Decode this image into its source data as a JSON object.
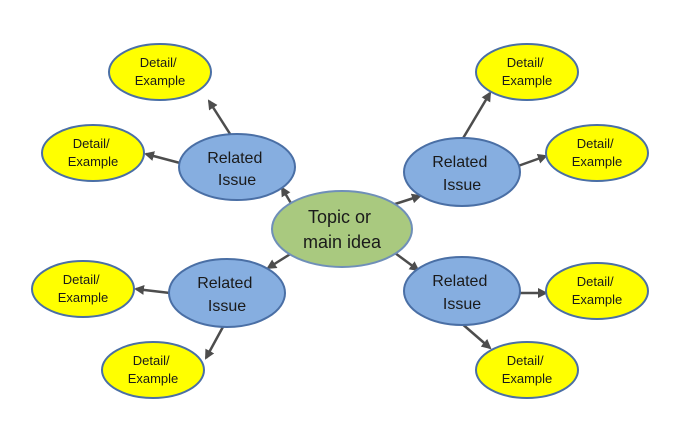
{
  "diagram": {
    "topic": {
      "lines": [
        "Topic or",
        "main idea"
      ],
      "fill": "#a9c97f",
      "stroke": "#6f8fb8"
    },
    "issue_style": {
      "fill": "#86aee0",
      "stroke": "#4a6fa5"
    },
    "detail_style": {
      "fill": "#ffff00",
      "stroke": "#4a6fa5"
    },
    "arrow_color": "#4d4d4d",
    "issues": [
      {
        "id": "top-left",
        "lines": [
          "Related",
          "Issue"
        ]
      },
      {
        "id": "top-right",
        "lines": [
          "Related",
          "Issue"
        ]
      },
      {
        "id": "bottom-left",
        "lines": [
          "Related",
          "Issue"
        ]
      },
      {
        "id": "bottom-right",
        "lines": [
          "Related",
          "Issue"
        ]
      }
    ],
    "details": [
      {
        "id": "tl-upper",
        "lines": [
          "Detail/",
          "Example"
        ]
      },
      {
        "id": "tl-lower",
        "lines": [
          "Detail/",
          "Example"
        ]
      },
      {
        "id": "tr-upper",
        "lines": [
          "Detail/",
          "Example"
        ]
      },
      {
        "id": "tr-lower",
        "lines": [
          "Detail/",
          "Example"
        ]
      },
      {
        "id": "bl-upper",
        "lines": [
          "Detail/",
          "Example"
        ]
      },
      {
        "id": "bl-lower",
        "lines": [
          "Detail/",
          "Example"
        ]
      },
      {
        "id": "br-upper",
        "lines": [
          "Detail/",
          "Example"
        ]
      },
      {
        "id": "br-lower",
        "lines": [
          "Detail/",
          "Example"
        ]
      }
    ]
  }
}
